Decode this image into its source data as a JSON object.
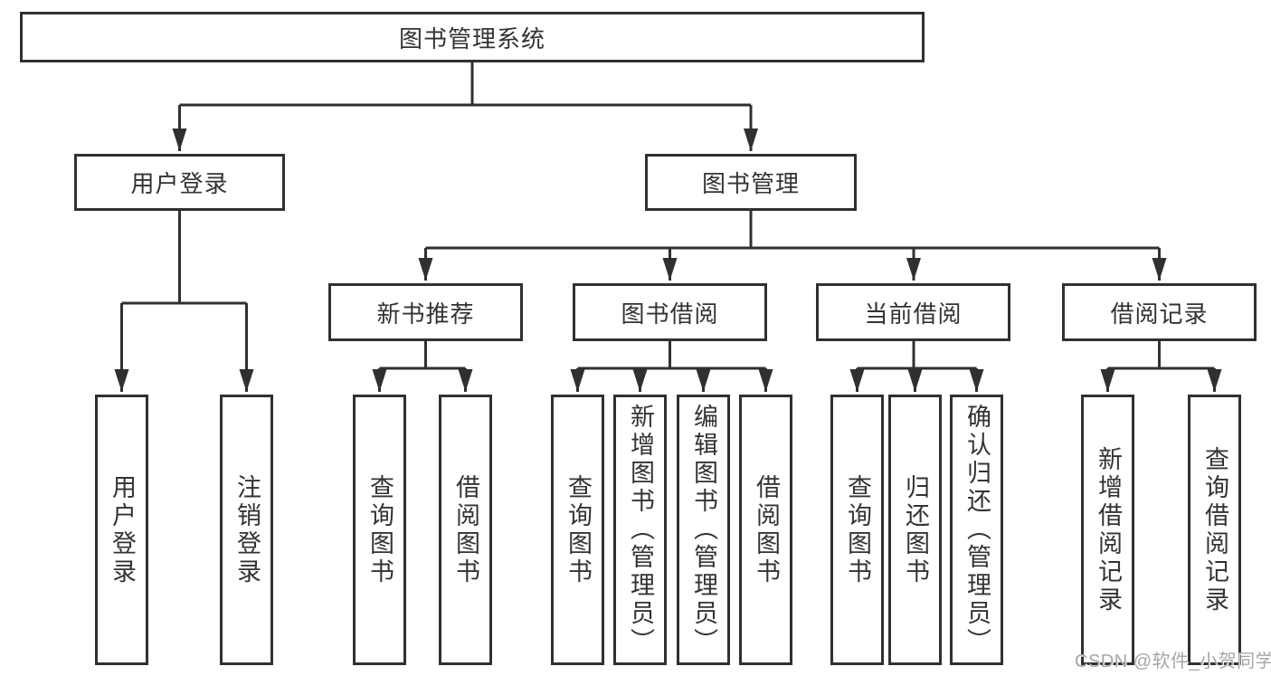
{
  "diagram": {
    "root": "图书管理系统",
    "user_login": {
      "label": "用户登录",
      "leaves": [
        "用户登录",
        "注销登录"
      ]
    },
    "book_management": {
      "label": "图书管理",
      "sections": [
        {
          "label": "新书推荐",
          "leaves": [
            "查询图书",
            "借阅图书"
          ]
        },
        {
          "label": "图书借阅",
          "leaves": [
            "查询图书",
            "新增图书（管理员）",
            "编辑图书（管理员）",
            "借阅图书"
          ]
        },
        {
          "label": "当前借阅",
          "leaves": [
            "查询图书",
            "归还图书",
            "确认归还（管理员）"
          ]
        },
        {
          "label": "借阅记录",
          "leaves": [
            "新增借阅记录",
            "查询借阅记录"
          ]
        }
      ]
    }
  },
  "watermark": "CSDN @软件_小贺同学",
  "colors": {
    "line": "#303030",
    "box_border": "#303030",
    "text": "#333333",
    "background": "#ffffff",
    "watermark": "#a6a6a6"
  }
}
